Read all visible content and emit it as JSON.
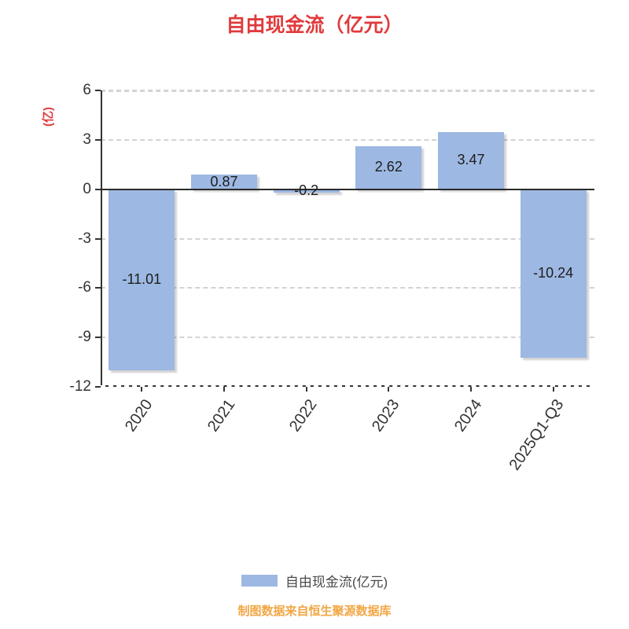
{
  "chart_data": {
    "type": "bar",
    "title": "自由现金流（亿元）",
    "categories": [
      "2020",
      "2021",
      "2022",
      "2023",
      "2024",
      "2025Q1-Q3"
    ],
    "values": [
      -11.01,
      0.87,
      -0.2,
      2.62,
      3.47,
      -10.24
    ],
    "value_labels": [
      "-11.01",
      "0.87",
      "-0.2",
      "2.62",
      "3.47",
      "-10.24"
    ],
    "ylabel": "(亿)",
    "ylim": [
      -12,
      6
    ],
    "yticks": [
      6,
      3,
      0,
      -3,
      -6,
      -9,
      -12
    ],
    "grid": "horizontal-dashed",
    "legend_position": "bottom",
    "bar_color": "#9db8e2"
  },
  "legend": {
    "label": "自由现金流(亿元)"
  },
  "footer": "制图数据来自恒生聚源数据库",
  "colors": {
    "bar": "#9db8e2",
    "title": "#e03b3d",
    "footer": "#f2a644",
    "axis": "#333333",
    "gridline": "#d3d3d3"
  }
}
